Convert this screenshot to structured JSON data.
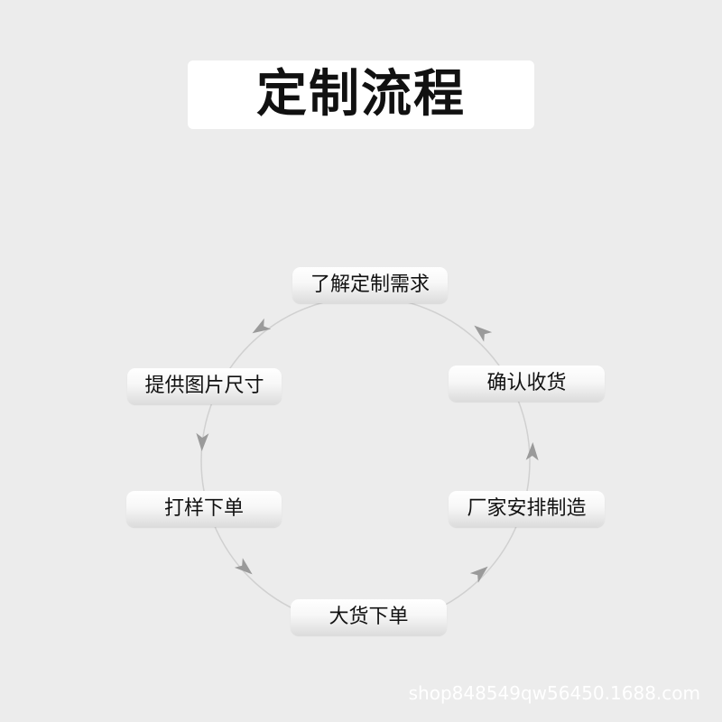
{
  "title": "定制流程",
  "steps": [
    "了解定制需求",
    "提供图片尺寸",
    "打样下单",
    "大货下单",
    "厂家安排制造",
    "确认收货"
  ],
  "watermark": "shop848549qw56450.1688.com",
  "colors": {
    "background": "#ececec",
    "title_box": "#ffffff",
    "arrow": "#9a9a9a",
    "circle": "#d0d0d0"
  }
}
